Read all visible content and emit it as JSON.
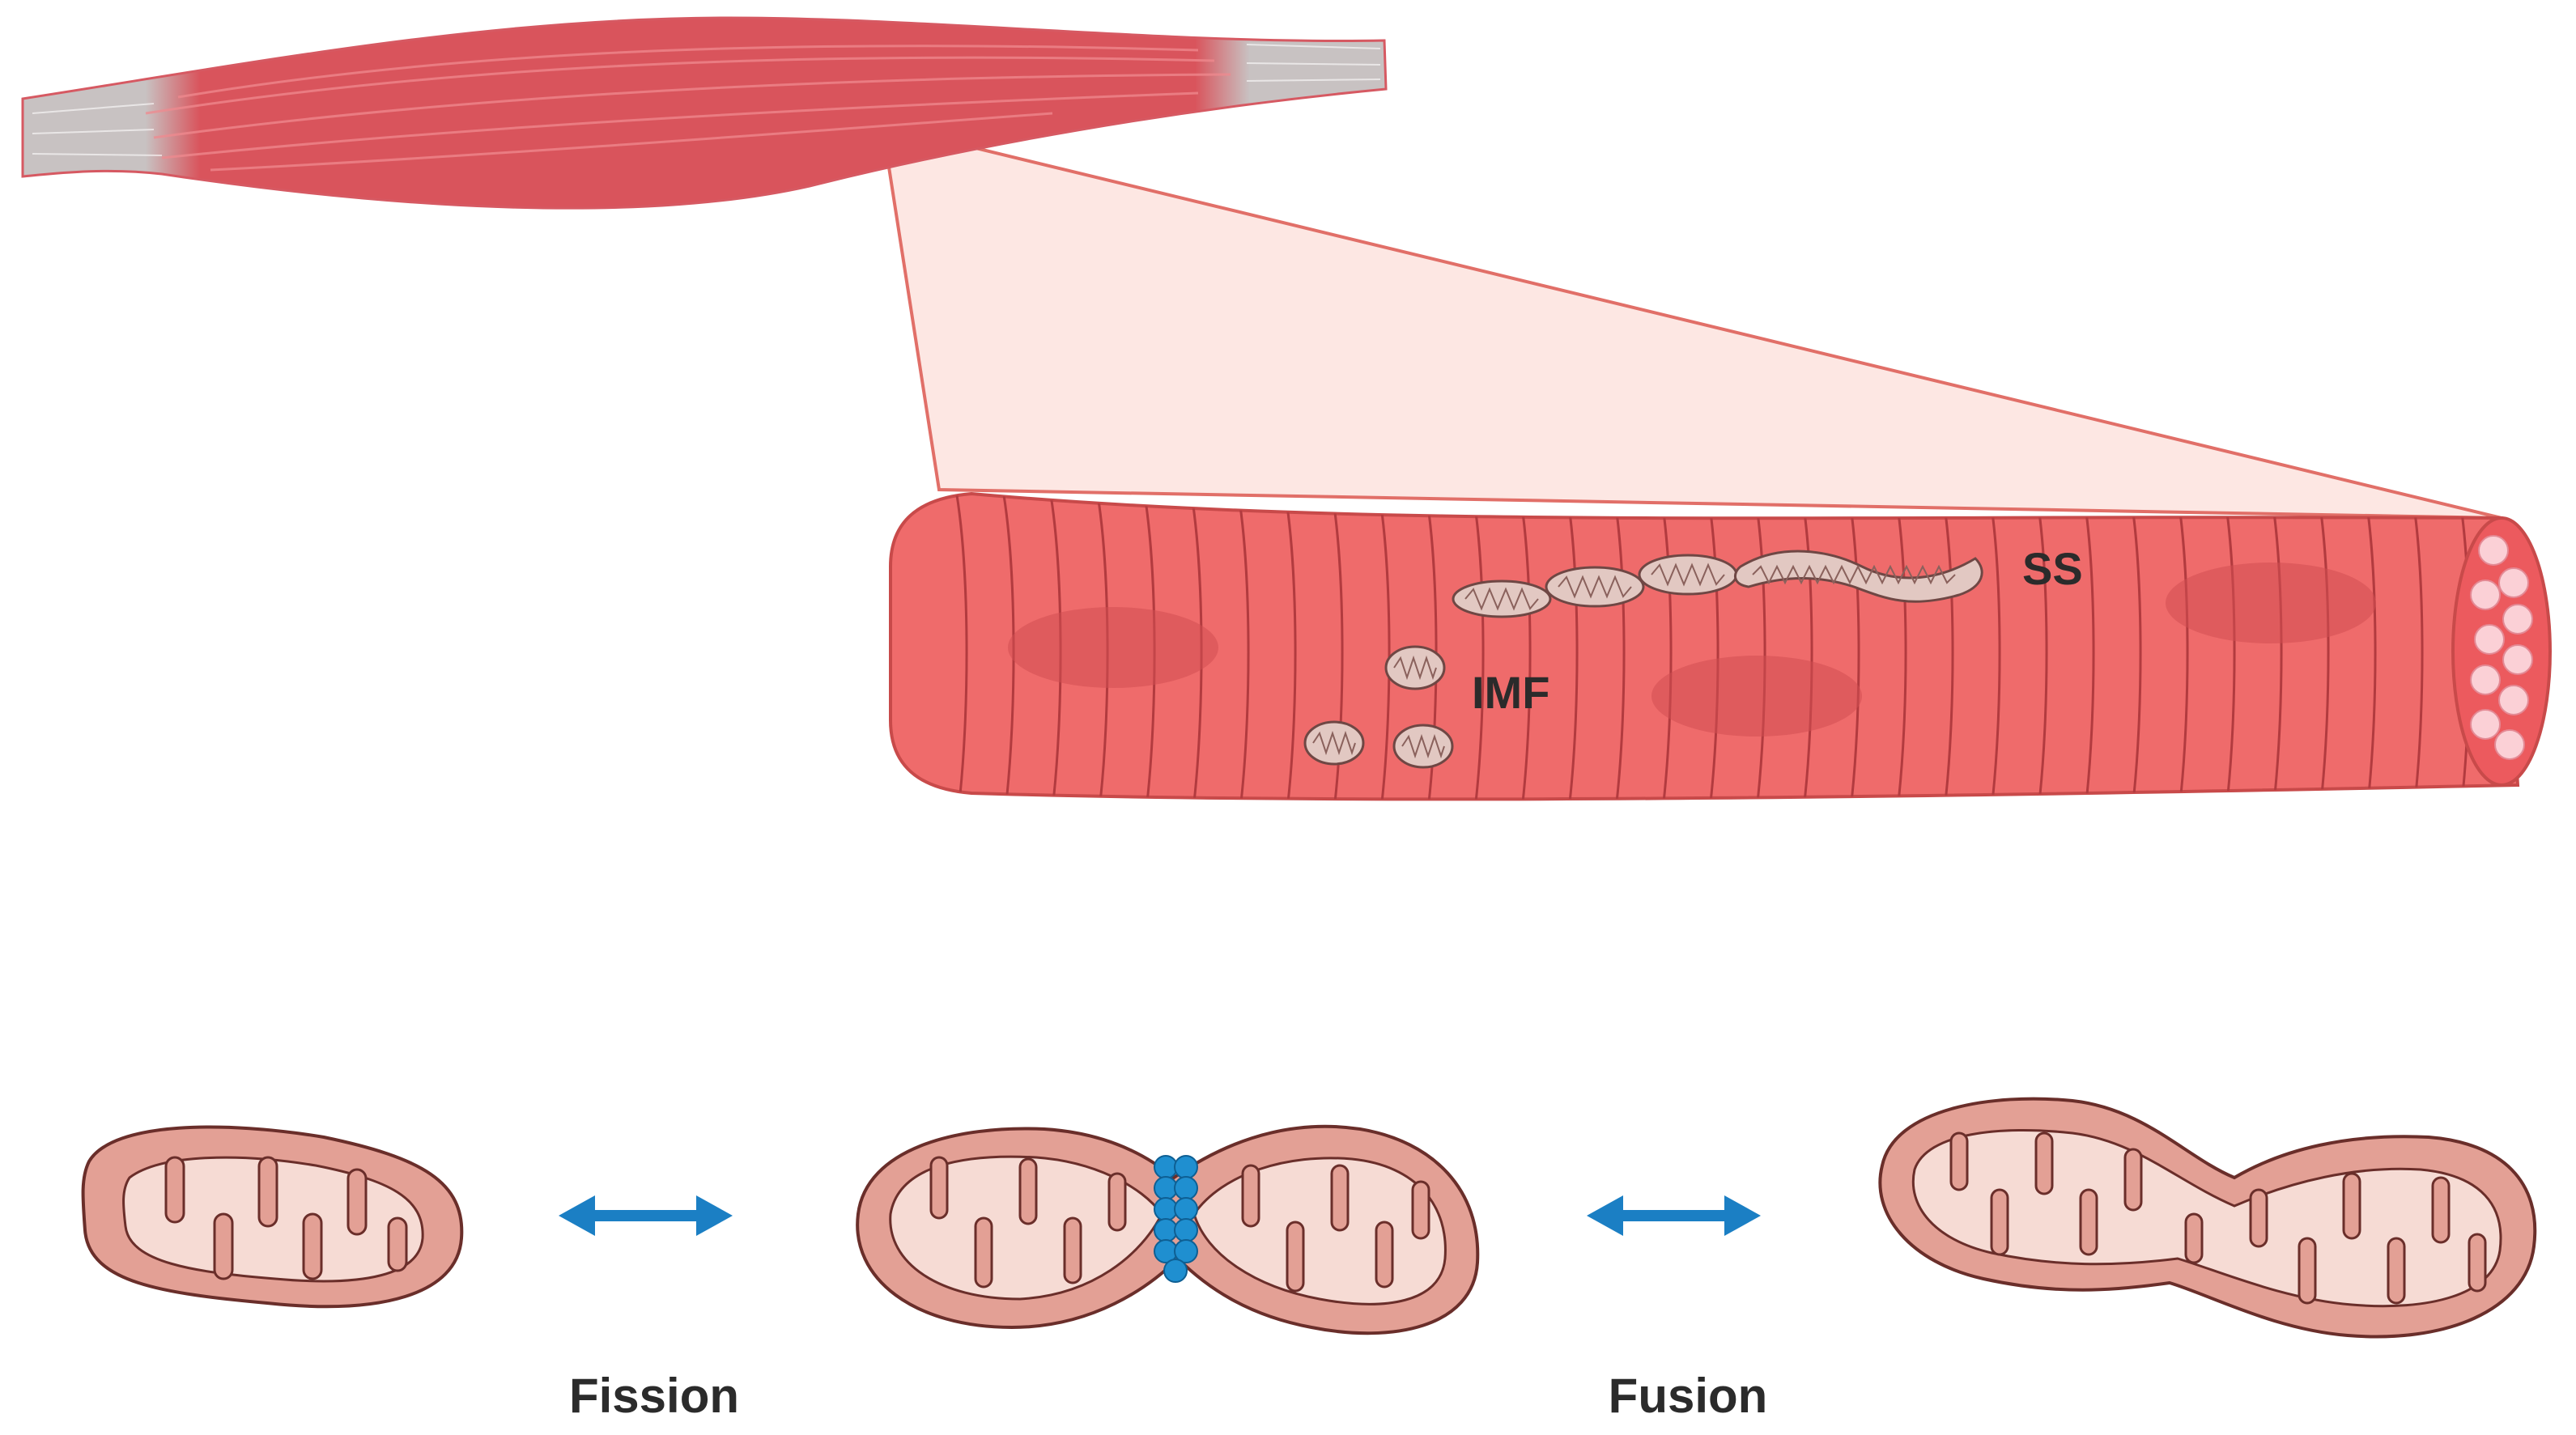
{
  "labels": {
    "ss": "SS",
    "imf": "IMF",
    "fission": "Fission",
    "fusion": "Fusion"
  },
  "icons": {
    "muscle": "whole-muscle-icon",
    "fiber": "muscle-fiber-icon",
    "mitochondrion": "mitochondrion-icon",
    "arrow": "double-headed-arrow-icon"
  },
  "colors": {
    "muscle": "#d9545c",
    "tendon": "#c8c2c2",
    "fiber": "#ef6b6b",
    "fiber_stripe": "#b23b3f",
    "zoom_wedge": "#fde6e2",
    "mito_outer": "#e3a095",
    "mito_inner": "#f6dbd4",
    "mito_edge": "#6a2e2a",
    "fission_protein": "#1f8fd0",
    "arrow": "#1b7fc4"
  }
}
